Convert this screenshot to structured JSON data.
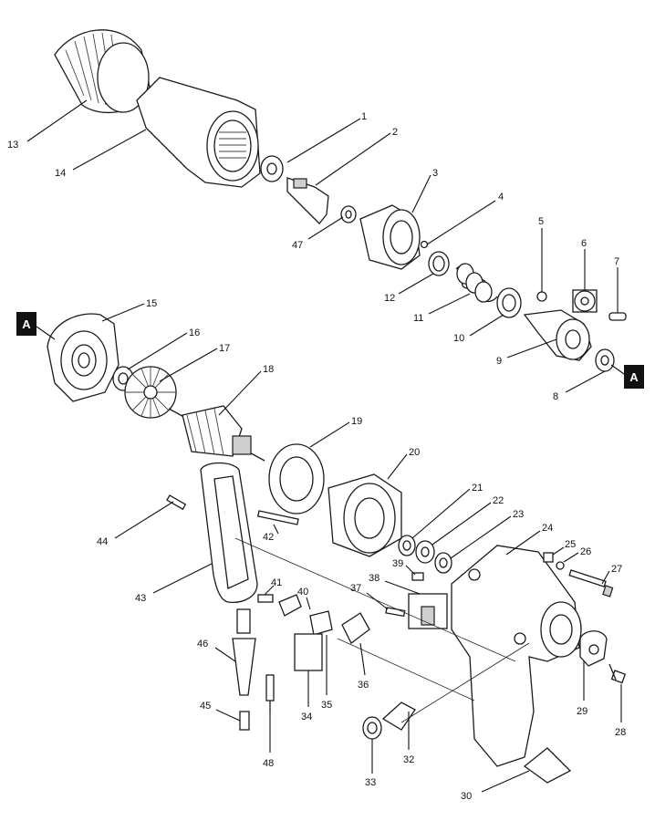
{
  "diagram": {
    "reference_marker": "A",
    "part_numbers": [
      "1",
      "2",
      "3",
      "4",
      "5",
      "6",
      "7",
      "8",
      "9",
      "10",
      "11",
      "12",
      "13",
      "14",
      "15",
      "16",
      "17",
      "18",
      "19",
      "20",
      "21",
      "22",
      "23",
      "24",
      "25",
      "26",
      "27",
      "28",
      "29",
      "30",
      "32",
      "33",
      "34",
      "35",
      "36",
      "37",
      "38",
      "39",
      "40",
      "41",
      "42",
      "43",
      "44",
      "45",
      "46",
      "47",
      "48"
    ]
  }
}
